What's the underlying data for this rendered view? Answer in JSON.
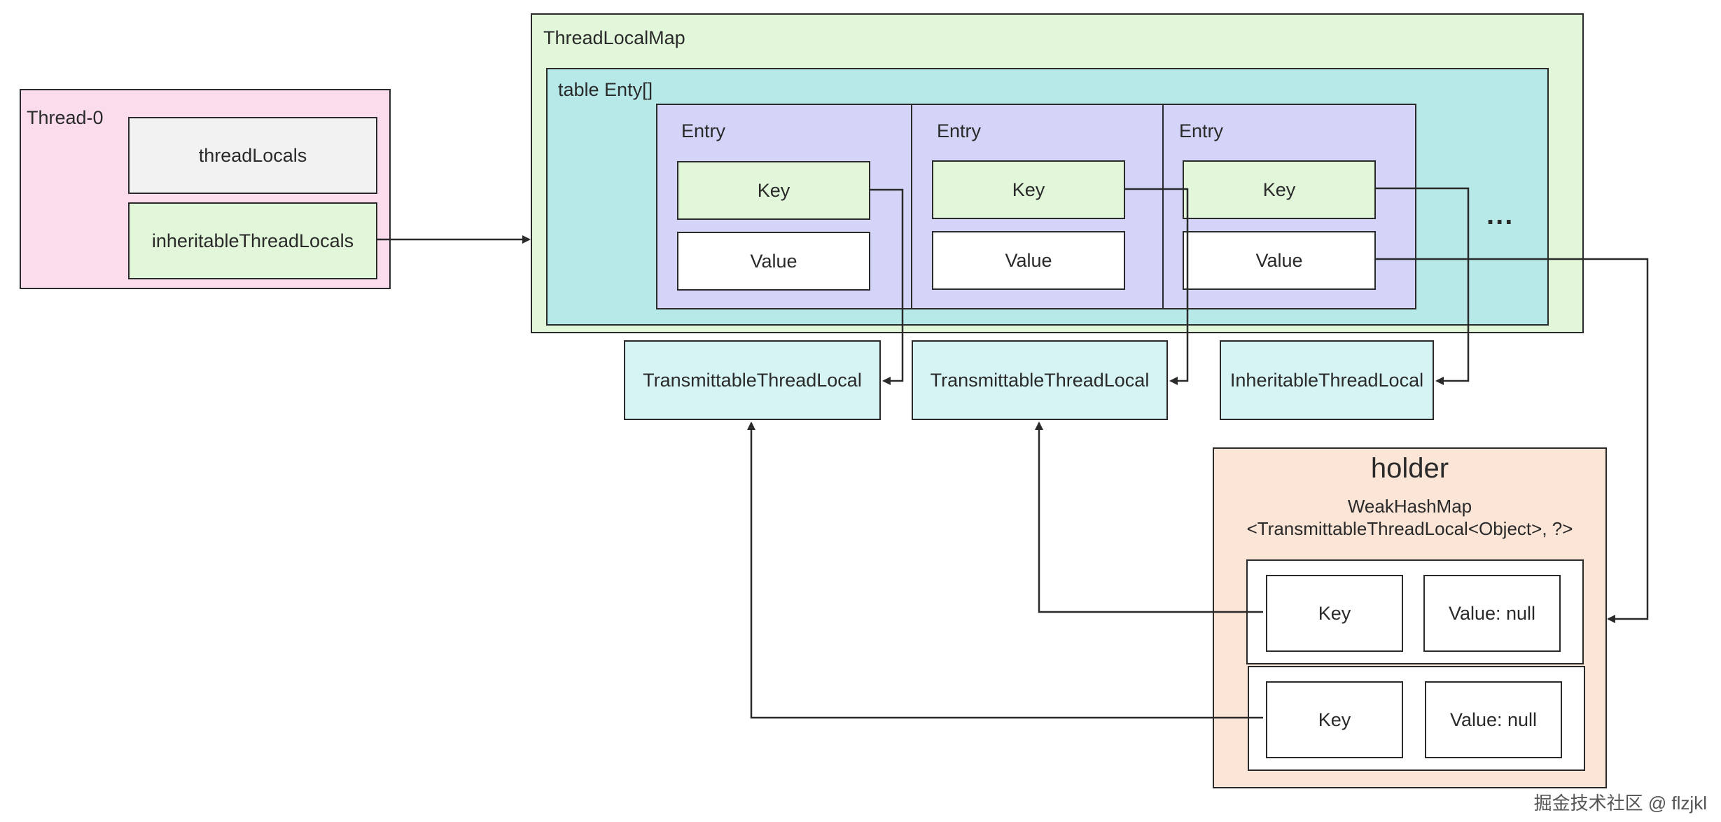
{
  "thread": {
    "title": "Thread-0",
    "thread_locals": "threadLocals",
    "inheritable_thread_locals": "inheritableThreadLocals"
  },
  "thread_local_map": {
    "title": "ThreadLocalMap",
    "table_title": "table Enty[]",
    "entries": [
      {
        "title": "Entry",
        "key": "Key",
        "value": "Value"
      },
      {
        "title": "Entry",
        "key": "Key",
        "value": "Value"
      },
      {
        "title": "Entry",
        "key": "Key",
        "value": "Value"
      }
    ],
    "more": "..."
  },
  "thread_locals": [
    "TransmittableThreadLocal",
    "TransmittableThreadLocal",
    "InheritableThreadLocal"
  ],
  "holder": {
    "title": "holder",
    "map_line1": "WeakHashMap",
    "map_line2": "<TransmittableThreadLocal<Object>, ?>",
    "rows": [
      {
        "key": "Key",
        "value": "Value: null"
      },
      {
        "key": "Key",
        "value": "Value: null"
      }
    ]
  },
  "watermark": "掘金技术社区 @ flzjkl",
  "colors": {
    "thread_bg": "#fadcec",
    "map_bg": "#e2f6da",
    "table_bg": "#b8e9e9",
    "entry_bg": "#d3d4f8",
    "key_bg": "#e2f6da",
    "grey_bg": "#f2f2f2",
    "tl_bg": "#d6f4f4",
    "holder_bg": "#fbe5d7"
  }
}
